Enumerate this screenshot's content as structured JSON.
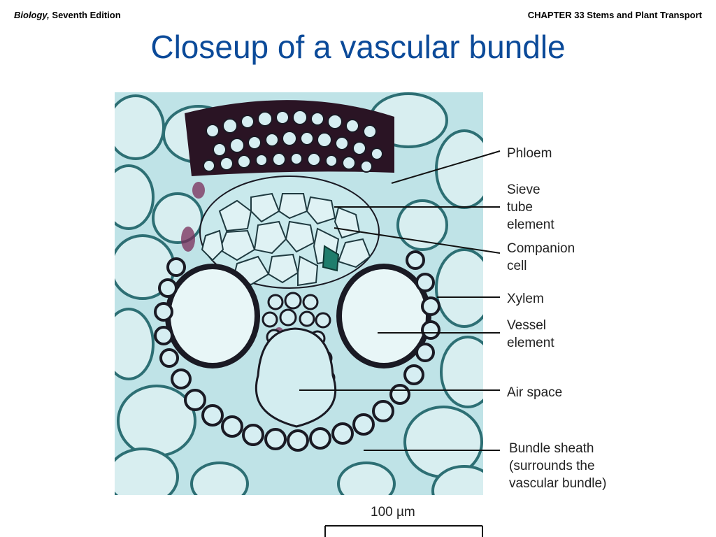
{
  "header": {
    "book": "Biology,",
    "edition": " Seventh Edition",
    "chapter": "CHAPTER 33 Stems and Plant Transport"
  },
  "title": "Closeup of a vascular bundle",
  "labels": {
    "phloem": "Phloem",
    "sieve": "Sieve\ntube\nelement",
    "companion": "Companion\ncell",
    "xylem": "Xylem",
    "vessel": "Vessel\nelement",
    "air": "Air space",
    "sheath": "Bundle sheath\n(surrounds the\nvascular bundle)"
  },
  "scale_bar": {
    "label": "100 µm"
  },
  "colors": {
    "title": "#0b4a99",
    "tissue_bg": "#c5e6ea",
    "cell_wall": "#1a1a24",
    "stain_teal": "#2f8a80",
    "stain_purple": "#5a1a40"
  }
}
